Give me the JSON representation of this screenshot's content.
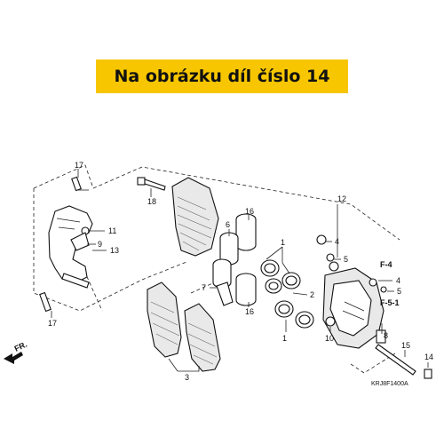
{
  "banner": {
    "text": "Na obrázku díl číslo 14",
    "color": "#f7c600"
  },
  "diagram": {
    "callouts": [
      "17",
      "11",
      "9",
      "13",
      "17",
      "18",
      "16",
      "6",
      "16",
      "7",
      "1",
      "2",
      "1",
      "3",
      "12",
      "4",
      "5",
      "F-4",
      "4",
      "5",
      "F-5-1",
      "8",
      "10",
      "15",
      "14"
    ],
    "direction_label": "FR.",
    "drawing_code": "KRJ8F1400A"
  }
}
